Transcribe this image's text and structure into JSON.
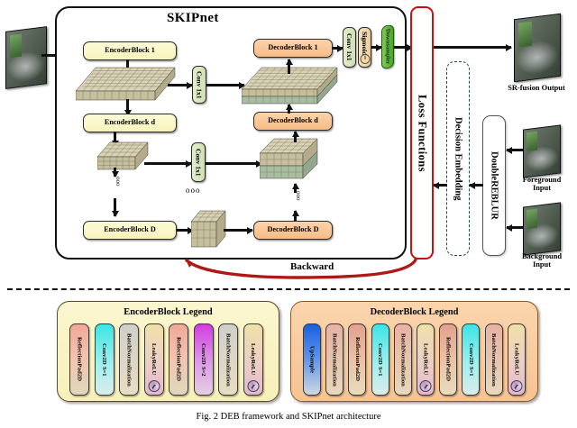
{
  "figure": {
    "caption": "Fig. 2 DEB framework and SKIPnet architecture"
  },
  "skipnet": {
    "title": "SKIPnet",
    "encoder_blocks": [
      {
        "label": "EncoderBlock 1"
      },
      {
        "label": "EncoderBlock d"
      },
      {
        "label": "EncoderBlock D"
      }
    ],
    "decoder_blocks": [
      {
        "label": "DecoderBlock 1"
      },
      {
        "label": "DecoderBlock d"
      },
      {
        "label": "DecoderBlock D"
      }
    ],
    "skip_connections": [
      {
        "label": "Conv 1x1"
      },
      {
        "label": "Conv 1x1"
      }
    ],
    "head": [
      {
        "label": "Conv 1x1",
        "kind": "conv"
      },
      {
        "label": "Sigmoid",
        "kind": "activation"
      },
      {
        "label": "Downsampler",
        "kind": "sampler"
      }
    ],
    "vertical_ellipsis": "ooo",
    "middle_ellipsis": "ooo",
    "backward_label": "Backward"
  },
  "pipeline": {
    "loss_functions": "Loss Functions",
    "decision_embedding": "Decision Embedding",
    "doublereblur": "DoubleREBLUR"
  },
  "images": {
    "input": {
      "caption": ""
    },
    "sr_fusion_output": {
      "caption": "SR-fusion Output"
    },
    "foreground_input": {
      "caption": "Foreground\nInput",
      "line1": "Foreground",
      "line2": "Input"
    },
    "background_input": {
      "caption": "Background\nInput",
      "line1": "Background",
      "line2": "Input"
    }
  },
  "encoder_legend": {
    "title": "EncoderBlock Legend",
    "layers": [
      {
        "label": "ReflectionPad2D",
        "sub": "",
        "dial": false,
        "color": "#f0a898"
      },
      {
        "label": "Conv2D",
        "sub": "S=1",
        "dial": false,
        "color": "#3ce4e4"
      },
      {
        "label": "BatchNormalization",
        "sub": "",
        "dial": false,
        "color": "#cfcfca"
      },
      {
        "label": "LeakyReLU",
        "sub": "",
        "dial": true,
        "color": "#efe0a8"
      },
      {
        "label": "ReflectionPad2D",
        "sub": "",
        "dial": false,
        "color": "#f0a898"
      },
      {
        "label": "Conv2D",
        "sub": "S=2",
        "dial": false,
        "color": "#d13ce0"
      },
      {
        "label": "BatchNormalization",
        "sub": "",
        "dial": false,
        "color": "#cfcfca"
      },
      {
        "label": "LeakyReLU",
        "sub": "",
        "dial": true,
        "color": "#efe0a8"
      }
    ]
  },
  "decoder_legend": {
    "title": "DecoderBlock Legend",
    "layers": [
      {
        "label": "UpSample",
        "sub": "",
        "dial": false,
        "color": "#1a5fe0"
      },
      {
        "label": "BatchNormalization",
        "sub": "",
        "dial": false,
        "color": "#e8b2a4"
      },
      {
        "label": "ReflectionPad2D",
        "sub": "",
        "dial": false,
        "color": "#e2a18e"
      },
      {
        "label": "Conv2D",
        "sub": "S=1",
        "dial": false,
        "color": "#3ce4e4"
      },
      {
        "label": "BatchNormalization",
        "sub": "",
        "dial": false,
        "color": "#e8b2a4"
      },
      {
        "label": "LeakyReLU",
        "sub": "",
        "dial": true,
        "color": "#efe0a8"
      },
      {
        "label": "ReflectionPad2D",
        "sub": "",
        "dial": false,
        "color": "#e2a18e"
      },
      {
        "label": "Conv2D",
        "sub": "S=1",
        "dial": false,
        "color": "#3ce4e4"
      },
      {
        "label": "BatchNormalization",
        "sub": "",
        "dial": false,
        "color": "#e8b2a4"
      },
      {
        "label": "LeakyReLU",
        "sub": "",
        "dial": true,
        "color": "#efe0a8"
      }
    ]
  },
  "colors": {
    "encoder_block": "#f8f3bc",
    "decoder_block": "#f7bc86",
    "loss_border": "#cc1111",
    "decision_border": "#1f4f48",
    "backward_arrow": "#b01818",
    "conv_block": "#cfe0b4",
    "downsampler": "#49a52a"
  }
}
